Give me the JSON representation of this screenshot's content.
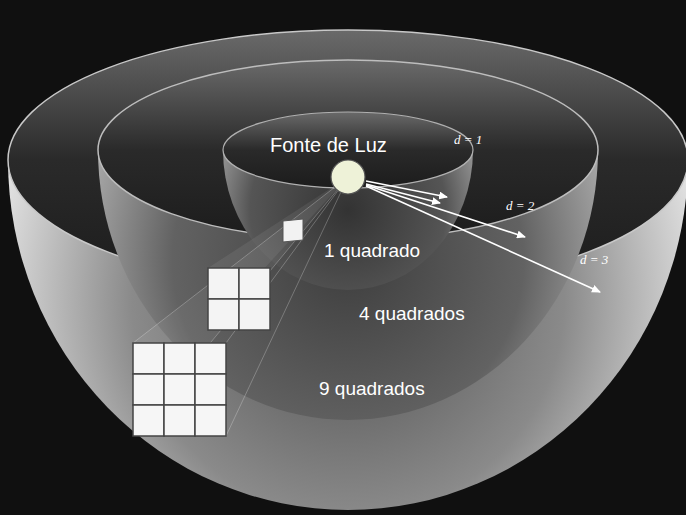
{
  "diagram": {
    "nodes": [
      {
        "text": [
          "Fonte de Luz"
        ]
      }
    ],
    "labels": [
      "d = 1",
      "d = 2",
      "d = 3",
      "1 quadrado",
      "4 quadrados",
      "9 quadrados"
    ]
  }
}
